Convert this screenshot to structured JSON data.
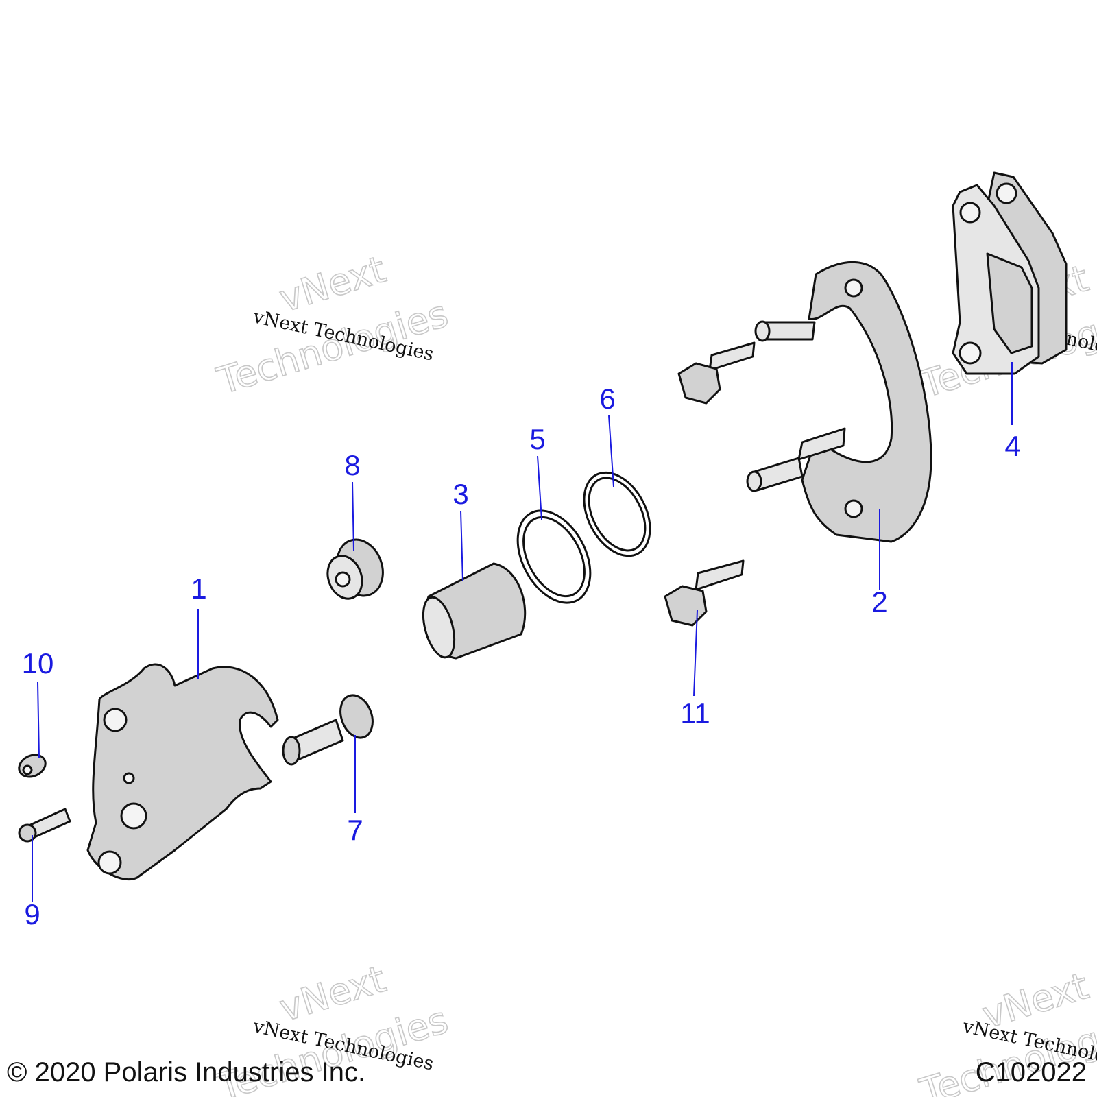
{
  "diagram": {
    "callouts": [
      {
        "id": "1",
        "label": "1"
      },
      {
        "id": "2",
        "label": "2"
      },
      {
        "id": "3",
        "label": "3"
      },
      {
        "id": "4",
        "label": "4"
      },
      {
        "id": "5",
        "label": "5"
      },
      {
        "id": "6",
        "label": "6"
      },
      {
        "id": "7",
        "label": "7"
      },
      {
        "id": "8",
        "label": "8"
      },
      {
        "id": "9",
        "label": "9"
      },
      {
        "id": "10",
        "label": "10"
      },
      {
        "id": "11",
        "label": "11"
      }
    ],
    "copyright": "© 2020 Polaris Industries Inc.",
    "figure_code": "C102022",
    "watermark": {
      "brand": "vNext",
      "word": "Technologies",
      "line": "vNext Technologies"
    },
    "colors": {
      "callout": "#1a1ae0",
      "part_fill": "#d2d2d2",
      "outline": "#111111"
    }
  }
}
